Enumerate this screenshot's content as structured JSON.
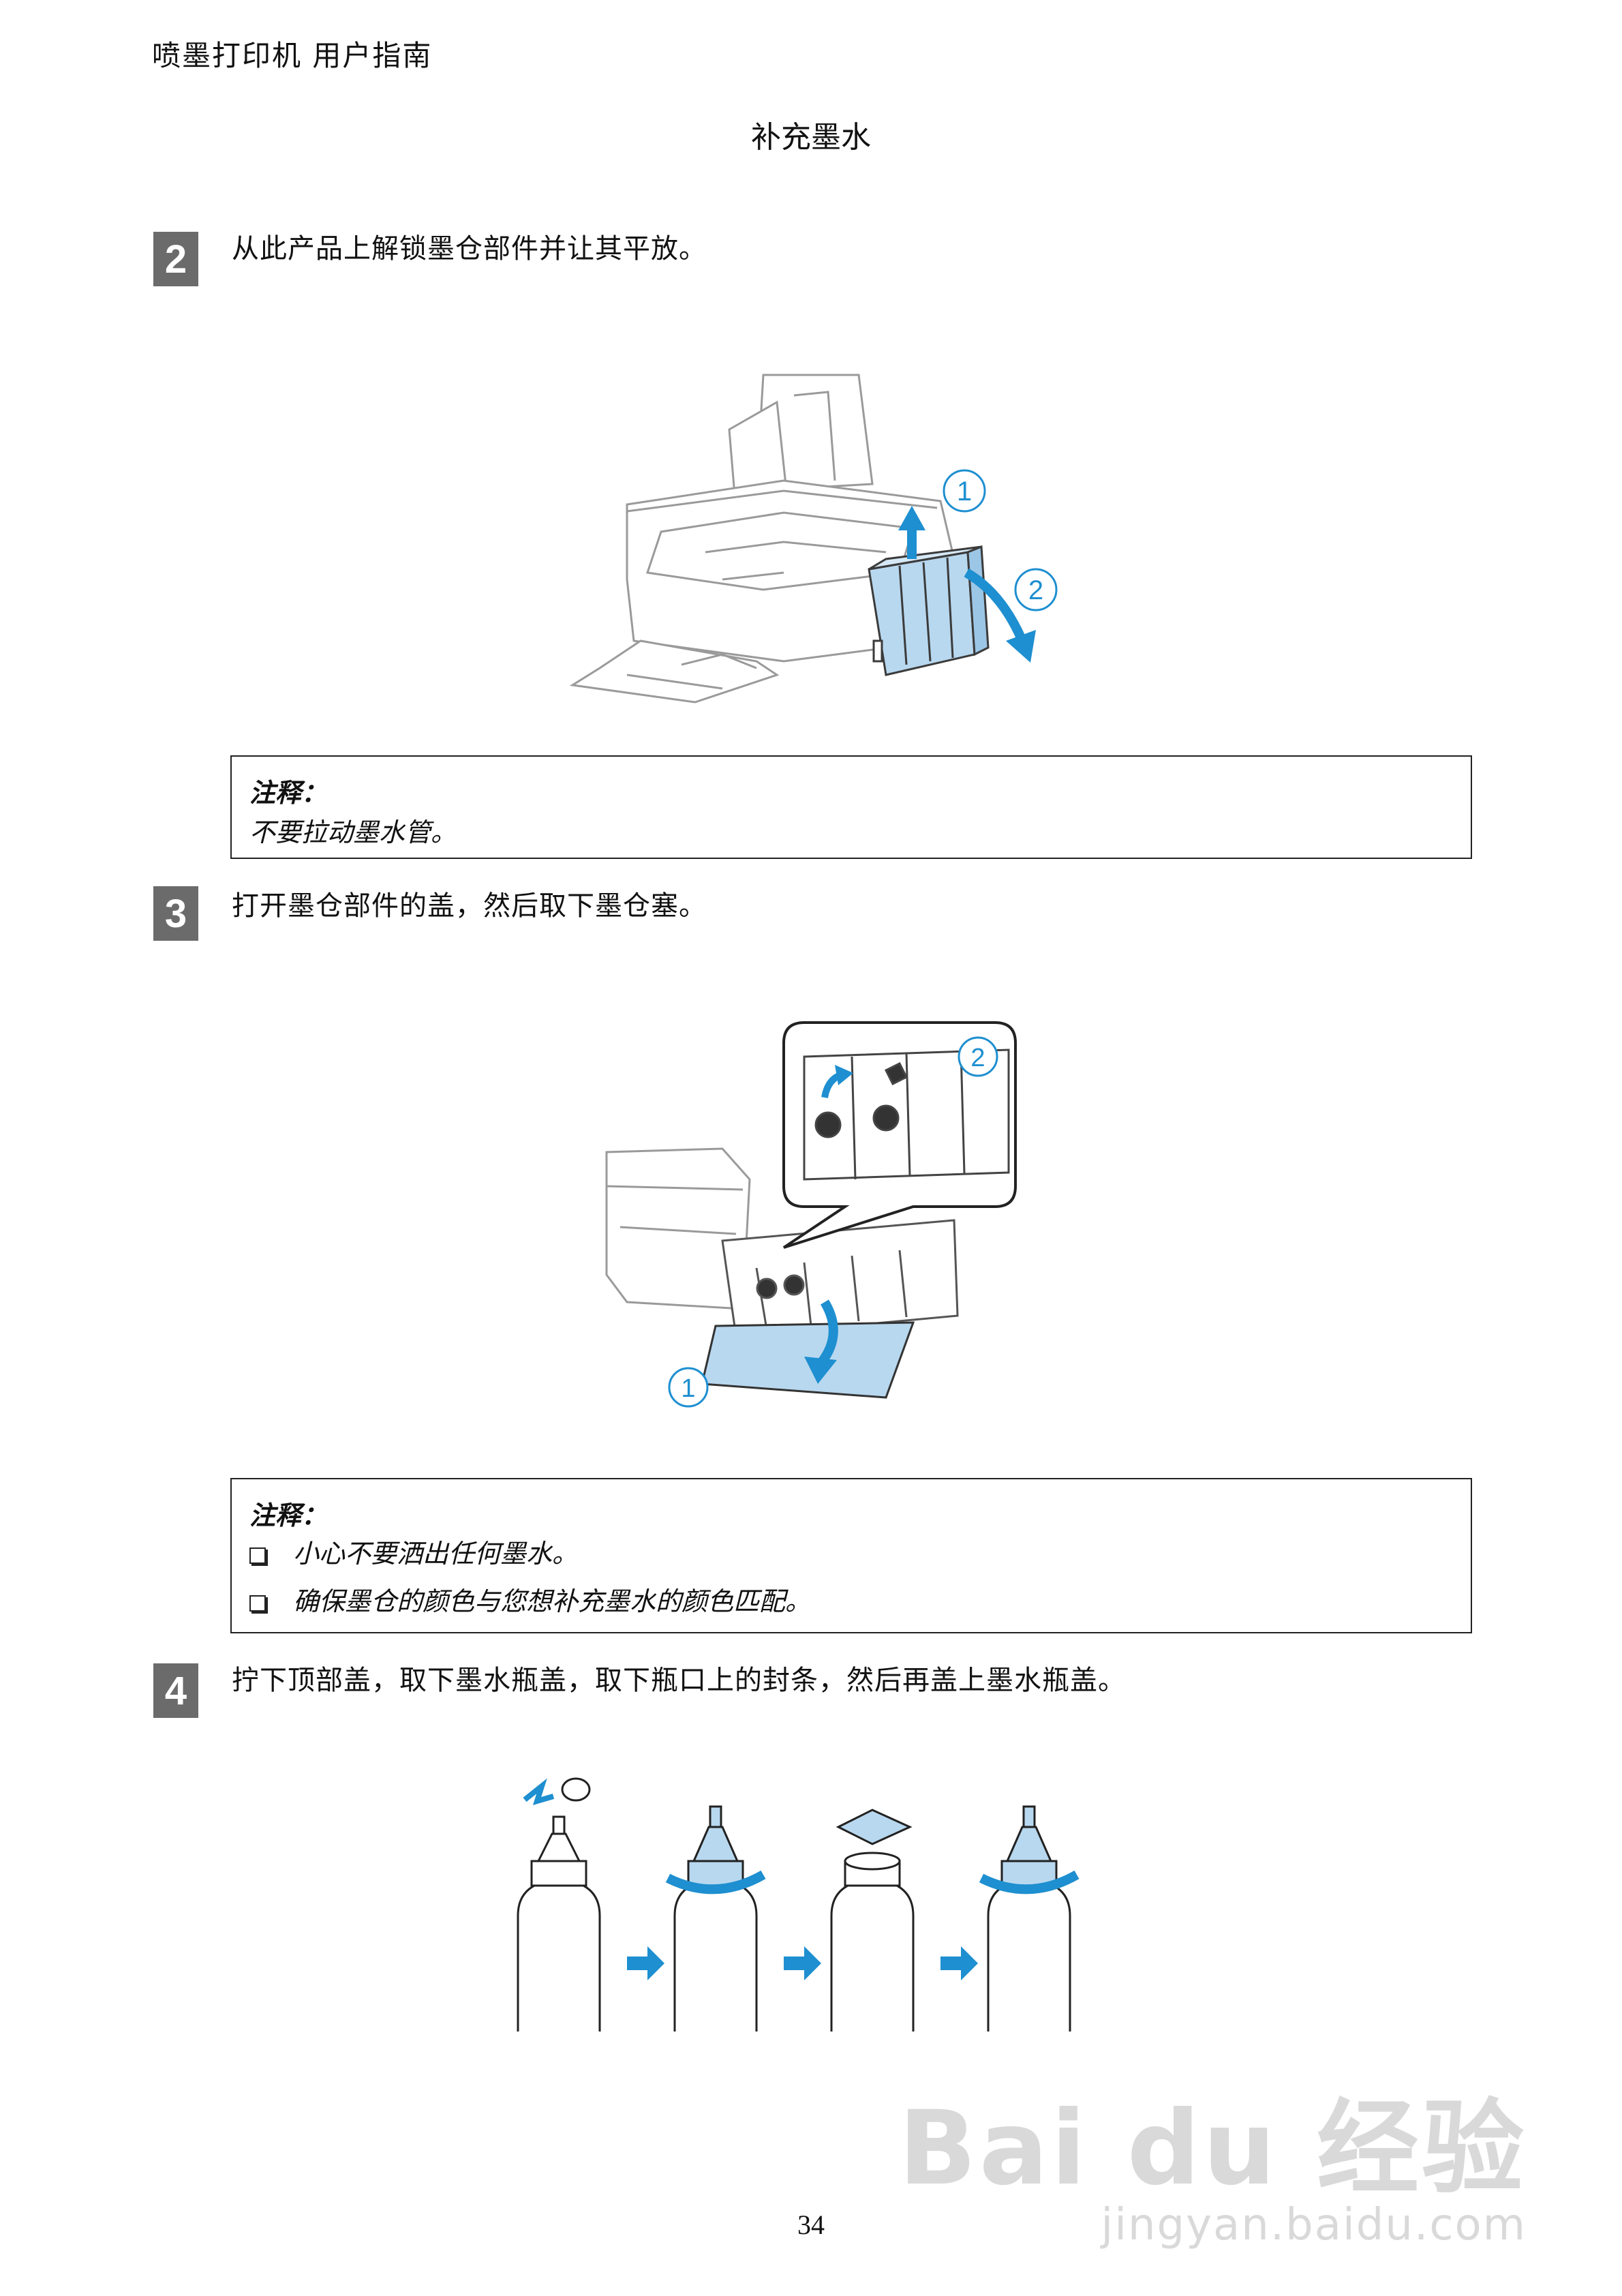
{
  "header": {
    "running_title": "喷墨打印机 用户指南",
    "section_title": "补充墨水"
  },
  "steps": [
    {
      "number": "2",
      "text": "从此产品上解锁墨仓部件并让其平放。"
    },
    {
      "number": "3",
      "text": "打开墨仓部件的盖，然后取下墨仓塞。"
    },
    {
      "number": "4",
      "text": "拧下顶部盖，取下墨水瓶盖，取下瓶口上的封条，然后再盖上墨水瓶盖。"
    }
  ],
  "note1": {
    "title": "注释：",
    "lines": [
      "不要拉动墨水管。"
    ]
  },
  "note2": {
    "title": "注释：",
    "items": [
      "小心不要洒出任何墨水。",
      "确保墨仓的颜色与您想补充墨水的颜色匹配。"
    ]
  },
  "figure_labels": {
    "one": "1",
    "two": "2"
  },
  "page_number": "34",
  "watermark": {
    "brand": "Bai du 经验",
    "url": "jingyan.baidu.com"
  },
  "colors": {
    "accent_blue": "#1e8fd0",
    "light_blue": "#b8d8ef",
    "step_box": "#6b6b6b"
  }
}
